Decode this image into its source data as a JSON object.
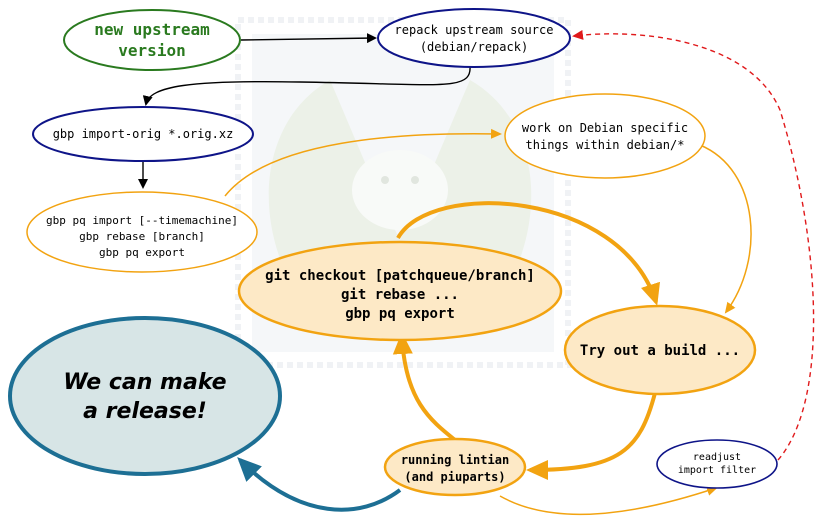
{
  "colors": {
    "green_stroke": "#2a7a1f",
    "green_text": "#2a7a1f",
    "navy_stroke": "#0e1488",
    "orange_stroke": "#f2a311",
    "orange_fill": "#fde9c6",
    "teal_stroke": "#1d6f94",
    "teal_fill": "#d7e5e6",
    "red_dashed": "#e0191b",
    "black": "#000000",
    "watermark": "#dde6d6"
  },
  "nodes": {
    "new_upstream": {
      "line1": "new upstream",
      "line2": "version"
    },
    "repack": {
      "line1": "repack upstream source",
      "line2": "(debian/repack)"
    },
    "import_orig": {
      "line1": "gbp import-orig *.orig.xz"
    },
    "work_debian": {
      "line1": "work on Debian specific",
      "line2": "things within debian/*"
    },
    "pq_import": {
      "line1": "gbp pq import [--timemachine]",
      "line2": "gbp rebase [branch]",
      "line3": "gbp pq export"
    },
    "git_checkout": {
      "line1": "git checkout [patchqueue/branch]",
      "line2": "git rebase ...",
      "line3": "gbp pq export"
    },
    "try_build": {
      "line1": "Try out a build ..."
    },
    "release": {
      "line1": "We can make",
      "line2": "a release!"
    },
    "lintian": {
      "line1": "running lintian",
      "line2": "(and piuparts)"
    },
    "readjust": {
      "line1": "readjust",
      "line2": "import filter"
    }
  }
}
